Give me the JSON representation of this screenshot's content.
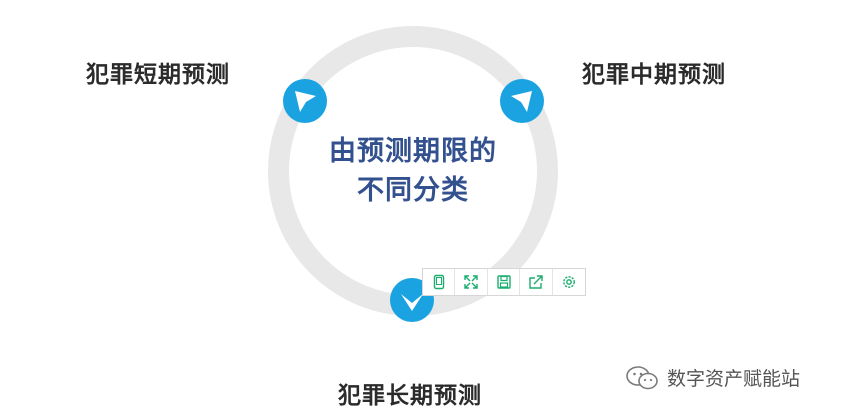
{
  "diagram": {
    "center_lines": [
      "由预测期限的",
      "不同分类"
    ],
    "labels": {
      "short_term": "犯罪短期预测",
      "mid_term": "犯罪中期预测",
      "long_term": "犯罪长期预测"
    },
    "colors": {
      "ring": "#e8e8e8",
      "marker": "#1aa3e0",
      "center_text": "#33508f",
      "label_text": "#2b2b2b",
      "toolbar_icon": "#1aad6e"
    }
  },
  "toolbar": {
    "icons": [
      "tablet-icon",
      "fullscreen-icon",
      "save-icon",
      "share-icon",
      "settings-icon"
    ]
  },
  "watermark": {
    "icon": "wechat-icon",
    "text": "数字资产赋能站"
  }
}
